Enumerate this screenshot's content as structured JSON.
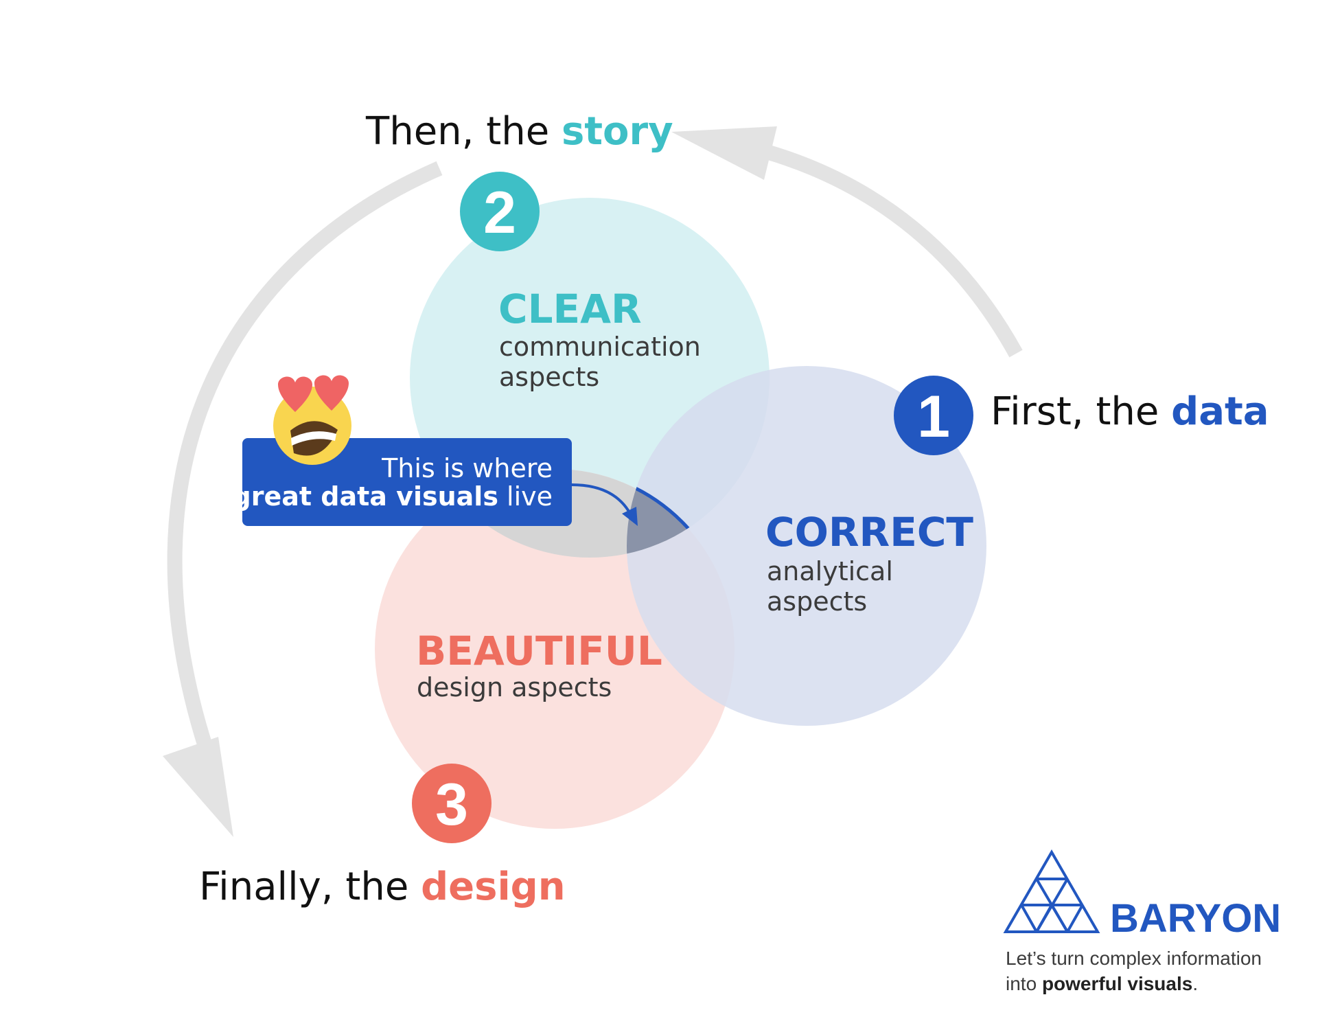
{
  "colors": {
    "data_blue": "#2257c0",
    "story_teal": "#3ebfc6",
    "design_coral": "#ee6e5f",
    "arrow_gray": "#e3e3e3",
    "clear_fill": "#d8f1f3",
    "correct_fill": "#d6ddee",
    "beautiful_fill": "#fbe1de",
    "overlap_gray": "#d5d5d5",
    "sweet_spot": "#8a93a8"
  },
  "stages": {
    "first": {
      "prefix": "First, the ",
      "keyword": "data",
      "number": "1"
    },
    "then": {
      "prefix": "Then, the ",
      "keyword": "story",
      "number": "2"
    },
    "finally": {
      "prefix": "Finally, the ",
      "keyword": "design",
      "number": "3"
    }
  },
  "circles": {
    "clear": {
      "title": "CLEAR",
      "line1": "communication",
      "line2": "aspects"
    },
    "correct": {
      "title": "CORRECT",
      "line1": "analytical",
      "line2": "aspects"
    },
    "beautiful": {
      "title": "BEAUTIFUL",
      "line1": "design aspects"
    }
  },
  "callout": {
    "line1": "This is where",
    "line2_bold": "great data visuals",
    "line2_rest": " live",
    "emoji": "heart-eyes-emoji"
  },
  "brand": {
    "name": "BARYON",
    "tagline_line1": "Let’s turn complex information",
    "tagline_line2_prefix": "into ",
    "tagline_line2_bold": "powerful visuals",
    "tagline_line2_suffix": "."
  }
}
